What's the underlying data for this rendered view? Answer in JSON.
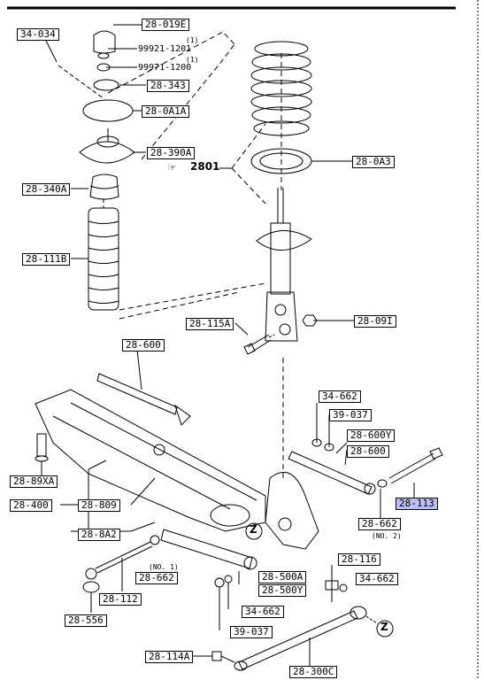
{
  "labels": {
    "l34034": "34-034",
    "l28019E": "28-019E",
    "p99921": "99921-1201",
    "q1a": "(1)",
    "p99971": "99971-1200",
    "q1b": "(1)",
    "l28343": "28-343",
    "l280A1A": "28-0A1A",
    "l28390A": "28-390A",
    "l2801": "2801",
    "l280A3": "28-0A3",
    "l28340A": "28-340A",
    "l28111B": "28-111B",
    "l28115A": "28-115A",
    "l28091": "28-09I",
    "l28600a": "28-600",
    "l34662a": "34-662",
    "l39037a": "39-037",
    "l28600Y": "28-600Y",
    "l28600b": "28-600",
    "l2889XA": "28-89XA",
    "l28400": "28-400",
    "l28809": "28-809",
    "l288A2": "28-8A2",
    "l28113": "28-113",
    "l28662b": "28-662",
    "no2": "(NO. 2)",
    "no1": "(NO. 1)",
    "l28662a": "28-662",
    "l28500A": "28-500A",
    "l28500Y": "28-500Y",
    "l28116": "28-116",
    "l34662b": "34-662",
    "l28112": "28-112",
    "l34662c": "34-662",
    "l28556": "28-556",
    "l39037b": "39-037",
    "l28114A": "28-114A",
    "l28300C": "28-300C",
    "z1": "Z",
    "z2": "Z"
  },
  "colors": {
    "highlight": "#b9bff0",
    "line": "#000000"
  },
  "icons": {
    "pointer": "pointing-hand-icon"
  }
}
